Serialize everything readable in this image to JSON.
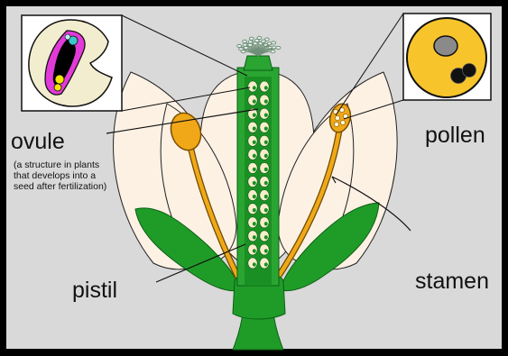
{
  "labels": {
    "ovule": "ovule",
    "ovule_note_1": "(a structure in plants",
    "ovule_note_2": "that develops into a",
    "ovule_note_3": "seed after fertilization)",
    "pollen": "pollen",
    "stamen": "stamen",
    "pistil": "pistil"
  },
  "colors": {
    "frame": "#000000",
    "background": "#d9d9d9",
    "petal": "#fdf1e4",
    "stem_green": "#1f9c28",
    "stem_green_dark": "#117a1b",
    "pistil_green": "#2aa532",
    "stigma": "#d8ecdc",
    "anther": "#f0a818",
    "pollen_yellow": "#f7c52b",
    "ovule_cream": "#f3edcf",
    "ovule_magenta": "#e23ad8"
  },
  "ovule_count": 28
}
